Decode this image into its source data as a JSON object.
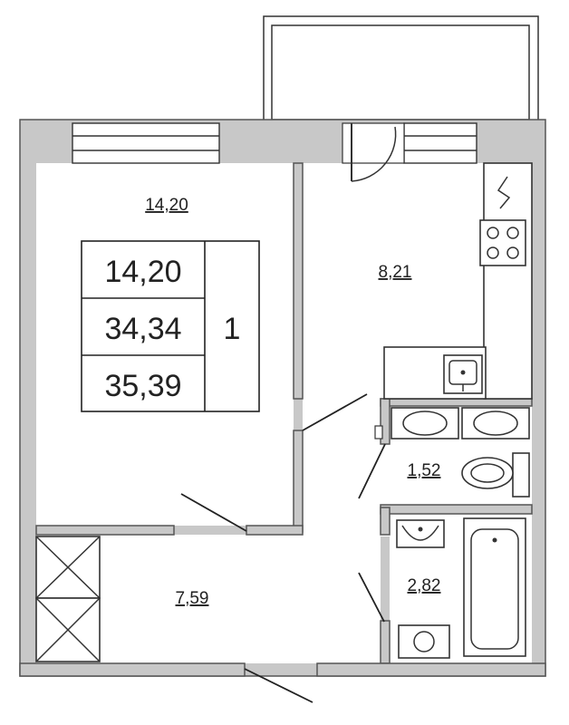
{
  "rooms": {
    "living_room": "14,20",
    "kitchen": "8,21",
    "toilet": "1,52",
    "bathroom": "2,82",
    "hallway": "7,59"
  },
  "summary": {
    "living_area": "14,20",
    "total_area": "34,34",
    "total_area_with_balcony": "35,39",
    "room_count": "1"
  },
  "colors": {
    "wall": "#c8c8c8",
    "line": "#333333"
  }
}
